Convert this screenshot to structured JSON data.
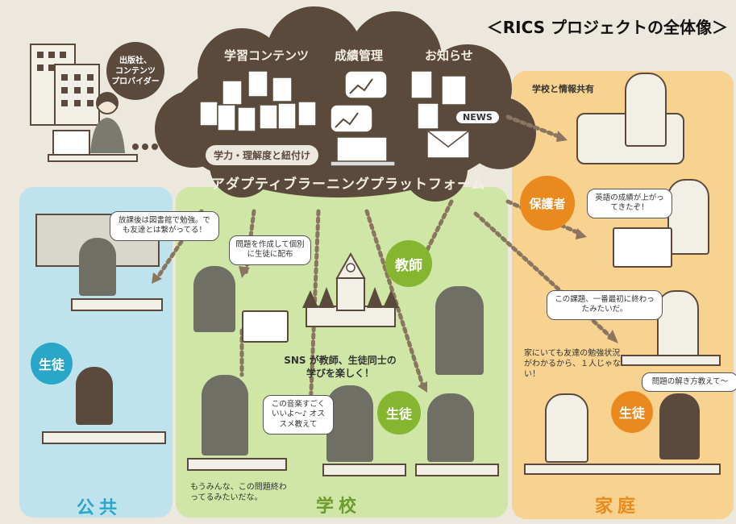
{
  "header": {
    "title": "＜RICS プロジェクトの全体像＞"
  },
  "publisher": {
    "label_line1": "出版社、",
    "label_line2": "コンテンツ",
    "label_line3": "プロバイダー"
  },
  "cloud": {
    "title": "アダプティブラーニングプラットフォーム",
    "sections": {
      "content": "学習コンテンツ",
      "grades": "成績管理",
      "news": "お知らせ"
    },
    "content_pill": "学力・理解度と紐付け",
    "news_badge": "NEWS"
  },
  "zones": {
    "public": "公共",
    "school": "学校",
    "home": "家庭"
  },
  "roles": {
    "student_public": "生徒",
    "teacher": "教師",
    "student_school": "生徒",
    "guardian": "保護者",
    "student_home": "生徒"
  },
  "messages": {
    "library": "放課後は図書館で勉強。でも友達とは繋がってる！",
    "teacher_problem": "問題を作成して個別に生徒に配布",
    "sns": "SNS が教師、生徒同士の学びを楽しく！",
    "music": "この音楽すごくいいよ〜♪ オススメ教えて",
    "done": "もうみんな、この問題終わってるみたいだな。",
    "home_share": "学校と情報共有",
    "english": "英語の成績が上がってきたぞ！",
    "first_done": "この課題、一番最初に終わったみたいだ。",
    "friends": "家にいても友達の勉強状況がわかるから、１人じゃない！",
    "teach_me": "問題の解き方教えて〜"
  },
  "colors": {
    "cloud": "#5b4a3c",
    "public": "#bfe3ec",
    "school": "#cfe6a6",
    "home": "#f8d28f",
    "teacher_circle": "#86b52f",
    "student_public_circle": "#2aa6c9",
    "guardian_circle": "#ea8a1e"
  }
}
